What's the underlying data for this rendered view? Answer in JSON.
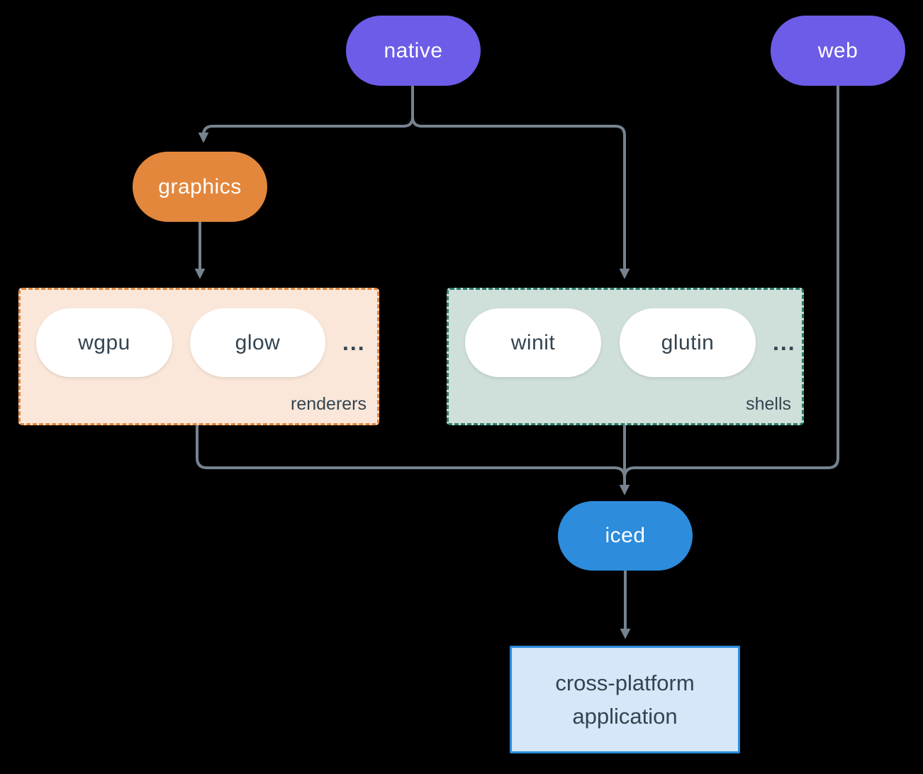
{
  "diagram": {
    "nodes": {
      "native": {
        "label": "native"
      },
      "web": {
        "label": "web"
      },
      "graphics": {
        "label": "graphics"
      },
      "iced": {
        "label": "iced"
      },
      "application": {
        "label": "cross-platform application"
      }
    },
    "groups": {
      "renderers": {
        "label": "renderers",
        "items": [
          "wgpu",
          "glow"
        ],
        "ellipsis": "..."
      },
      "shells": {
        "label": "shells",
        "items": [
          "winit",
          "glutin"
        ],
        "ellipsis": "..."
      }
    },
    "edges": [
      {
        "from": "native",
        "to": "graphics"
      },
      {
        "from": "native",
        "to": "shells"
      },
      {
        "from": "graphics",
        "to": "renderers"
      },
      {
        "from": "renderers",
        "to": "iced"
      },
      {
        "from": "shells",
        "to": "iced"
      },
      {
        "from": "web",
        "to": "iced"
      },
      {
        "from": "iced",
        "to": "application"
      }
    ]
  },
  "colors": {
    "bg": "#000000",
    "violet": "#6C5CE7",
    "orange": "#E2873C",
    "peach": "#FAE7D9",
    "sage": "#CFDFD9",
    "teal": "#2E7D6C",
    "blue": "#2D8CDC",
    "lightblue": "#D5E7F8",
    "line": "#76838F",
    "ink": "#344450",
    "white": "#FFFFFF"
  }
}
